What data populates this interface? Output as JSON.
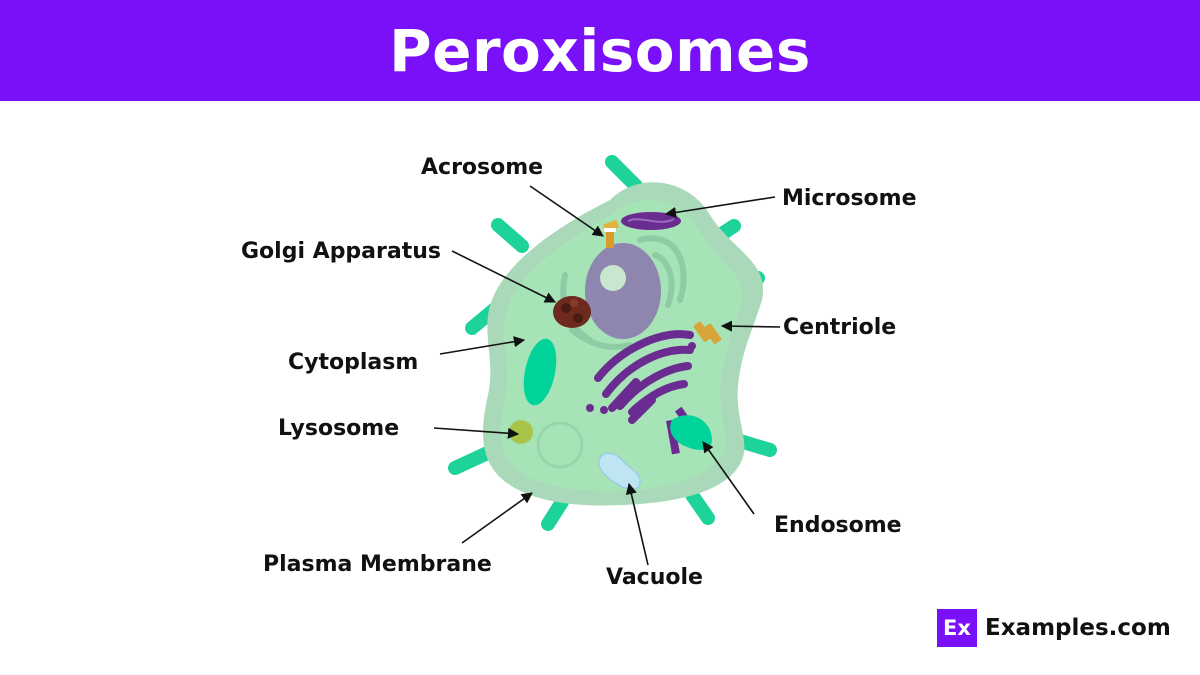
{
  "header": {
    "title": "Peroxisomes"
  },
  "labels": {
    "acrosome": "Acrosome",
    "microsome": "Microsome",
    "golgi": "Golgi Apparatus",
    "centriole": "Centriole",
    "cytoplasm": "Cytoplasm",
    "lysosome": "Lysosome",
    "endosome": "Endosome",
    "plasma_membrane": "Plasma Membrane",
    "vacuole": "Vacuole"
  },
  "brand": {
    "logo": "Ex",
    "name": "Examples.com"
  },
  "colors": {
    "header": "#7A10F7",
    "cell_outer": "#A9D9B8",
    "cytoplasm": "#A6E3B6",
    "flagella": "#1ED39A",
    "organelle_purple": "#6B2C91",
    "nucleus": "#8E86AE"
  }
}
